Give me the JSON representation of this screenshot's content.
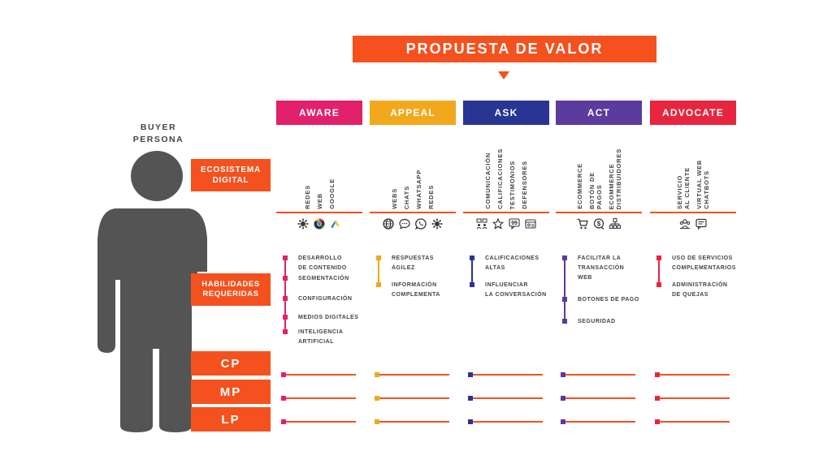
{
  "title": "PROPUESTA DE VALOR",
  "persona": {
    "line1": "BUYER",
    "line2": "PERSONA"
  },
  "rows": {
    "ecosystem": {
      "line1": "ECOSISTEMA",
      "line2": "DIGITAL"
    },
    "skills": {
      "line1": "HABILIDADES",
      "line2": "REQUERIDAS"
    },
    "terms": [
      "CP",
      "MP",
      "LP"
    ]
  },
  "colors": {
    "orange": "#f4511e",
    "figure": "#545454"
  },
  "columns": [
    {
      "name": "AWARE",
      "color": "#e2206b",
      "eco": [
        "REDES",
        "WEB",
        "GOOGLE"
      ],
      "icons": [
        "network-icon",
        "chrome-icon",
        "google-ads-icon"
      ],
      "skills": [
        "DESARROLLO\nDE CONTENIDO",
        "SEGMENTACIÓN",
        "CONFIGURACIÓN",
        "MEDIOS DIGITALES",
        "INTELIGENCIA\nARTIFICIAL"
      ]
    },
    {
      "name": "APPEAL",
      "color": "#f2a81d",
      "eco": [
        "WEBS",
        "CHATS",
        "WHATSAPP",
        "REDES"
      ],
      "icons": [
        "globe-icon",
        "chat-icon",
        "whatsapp-icon",
        "network-icon"
      ],
      "skills": [
        "RESPUESTAS\nÁGILEZ",
        "INFORMACIÓN\nCOMPLEMENTA"
      ]
    },
    {
      "name": "ASK",
      "color": "#283593",
      "eco": [
        "COMUNICACIÓN",
        "CALIFICACIONES",
        "TESTIMONIOS",
        "DEFENSORES"
      ],
      "icons": [
        "people-icon",
        "star-icon",
        "quote-icon",
        "shield-icon"
      ],
      "skills": [
        "CALIFICACIONES\nALTAS",
        "INFLUENCIAR\nLA CONVERSACIÓN"
      ]
    },
    {
      "name": "ACT",
      "color": "#5b3b9c",
      "eco": [
        "ECOMMERCE",
        "BOTÓN DE\nPAGOS",
        "ECOMMERCE\nDISTRIBUIDORES"
      ],
      "icons": [
        "cart-icon",
        "payment-icon",
        "distribution-icon"
      ],
      "skills": [
        "FACILITAR LA\nTRANSACCIÓN\nWEB",
        "BOTONES DE PAGO",
        "SEGURIDAD"
      ]
    },
    {
      "name": "ADVOCATE",
      "color": "#e8253e",
      "eco": [
        "SERVICIO\nAL CLIENTE",
        "VIRTUAL WEB\nCHATBOTS"
      ],
      "icons": [
        "customer-service-icon",
        "chatbot-icon"
      ],
      "skills": [
        "USO DE SERVICIOS\nCOMPLEMENTARIOS",
        "ADMINISTRACIÓN\nDE QUEJAS"
      ]
    }
  ]
}
